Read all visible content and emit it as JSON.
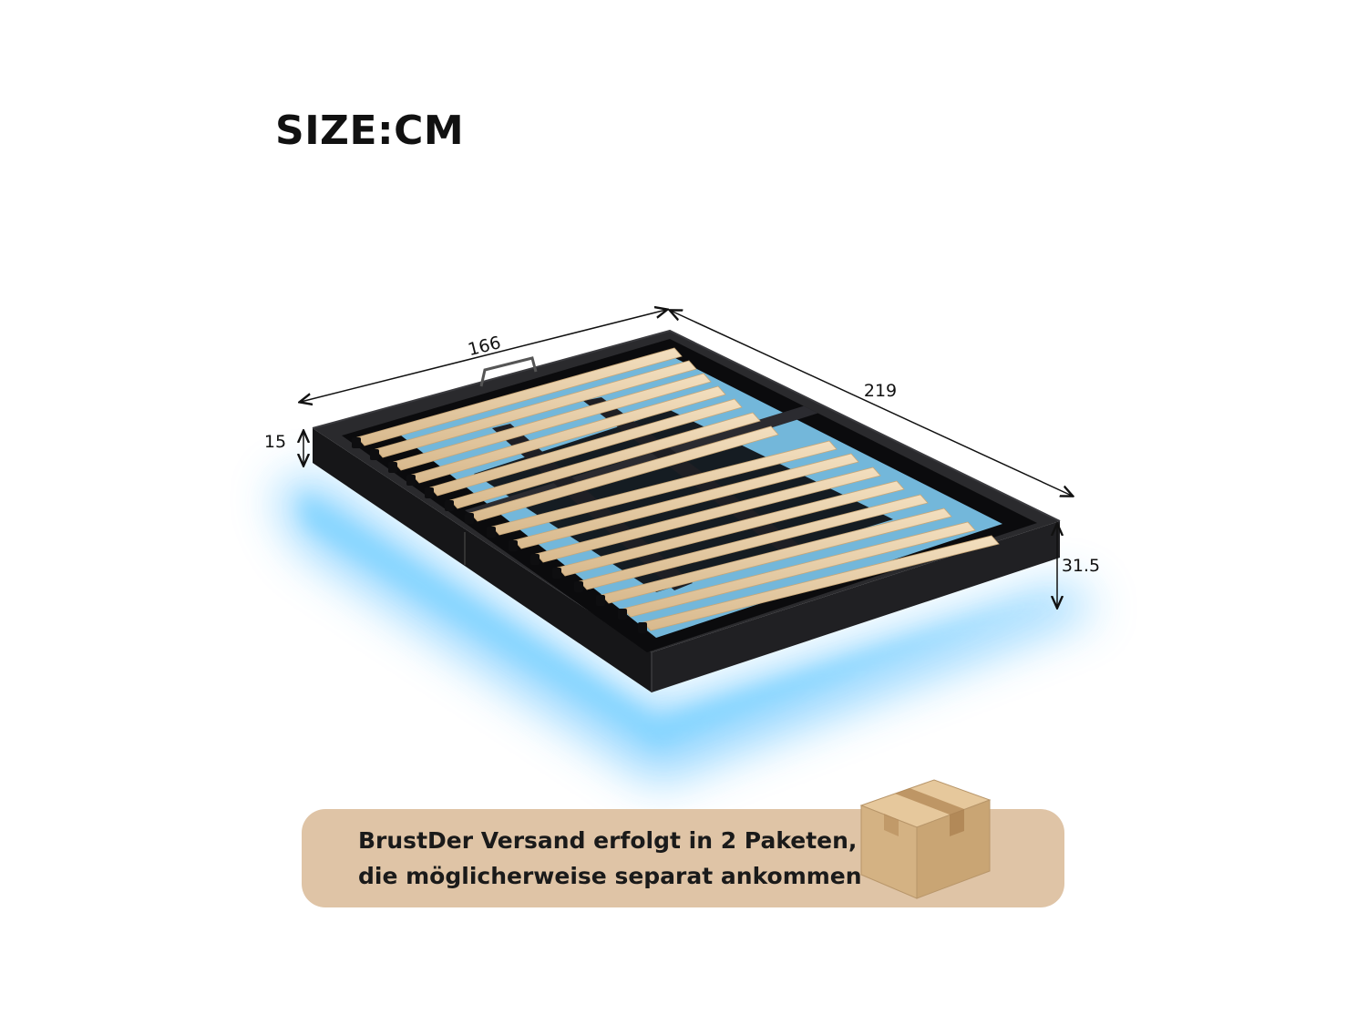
{
  "heading": "SIZE:CM",
  "dimensions": {
    "width": "166",
    "length": "219",
    "frame_height": "15",
    "total_height": "31.5"
  },
  "shipping_note": {
    "line1": "BrustDer Versand erfolgt in 2 Paketen,",
    "line2": "die möglicherweise separat ankommen"
  },
  "colors": {
    "frame": "#1c1c1e",
    "slat": "#e8cfa8",
    "led_glow": "#3fb6ff",
    "banner": "#dfc4a6",
    "box": "#d9b98c"
  },
  "icons": {
    "package": "cardboard-box-icon"
  }
}
